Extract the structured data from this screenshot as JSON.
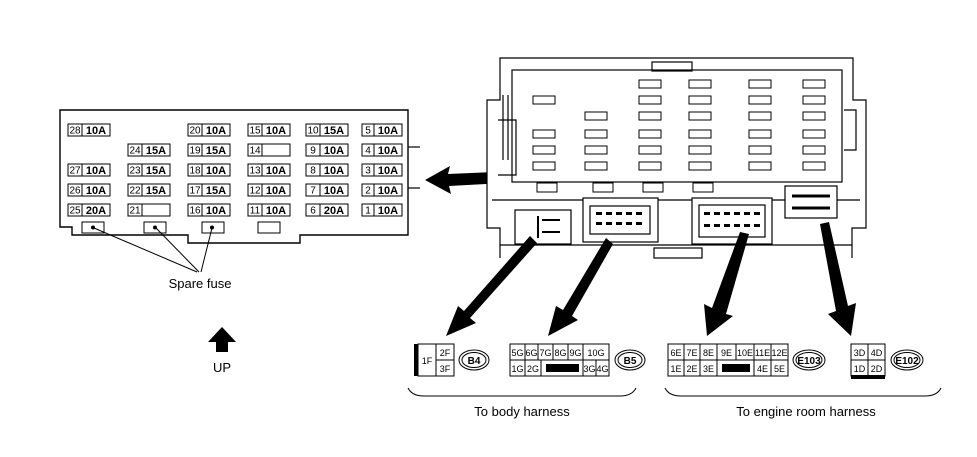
{
  "fuse_block": {
    "fuses": [
      {
        "num": "28",
        "amp": "10A"
      },
      {
        "num": "20",
        "amp": "10A"
      },
      {
        "num": "15",
        "amp": "10A"
      },
      {
        "num": "10",
        "amp": "15A"
      },
      {
        "num": "5",
        "amp": "10A"
      },
      {
        "num": "24",
        "amp": "15A"
      },
      {
        "num": "19",
        "amp": "15A"
      },
      {
        "num": "14",
        "amp": ""
      },
      {
        "num": "9",
        "amp": "10A"
      },
      {
        "num": "4",
        "amp": "10A"
      },
      {
        "num": "27",
        "amp": "10A"
      },
      {
        "num": "23",
        "amp": "15A"
      },
      {
        "num": "18",
        "amp": "10A"
      },
      {
        "num": "13",
        "amp": "10A"
      },
      {
        "num": "8",
        "amp": "10A"
      },
      {
        "num": "3",
        "amp": "10A"
      },
      {
        "num": "26",
        "amp": "10A"
      },
      {
        "num": "22",
        "amp": "15A"
      },
      {
        "num": "17",
        "amp": "15A"
      },
      {
        "num": "12",
        "amp": "10A"
      },
      {
        "num": "7",
        "amp": "10A"
      },
      {
        "num": "2",
        "amp": "10A"
      },
      {
        "num": "25",
        "amp": "20A"
      },
      {
        "num": "21",
        "amp": ""
      },
      {
        "num": "16",
        "amp": "10A"
      },
      {
        "num": "11",
        "amp": "10A"
      },
      {
        "num": "6",
        "amp": "20A"
      },
      {
        "num": "1",
        "amp": "10A"
      }
    ],
    "spare_fuse_label": "Spare fuse",
    "up_label": "UP"
  },
  "connectors": {
    "b4": {
      "id": "B4",
      "pins": [
        "2F",
        "1F",
        "3F"
      ]
    },
    "b5": {
      "id": "B5",
      "pins": [
        "5G",
        "6G",
        "7G",
        "8G",
        "9G",
        "10G",
        "1G",
        "2G",
        "3G",
        "4G"
      ]
    },
    "e103": {
      "id": "E103",
      "pins": [
        "6E",
        "7E",
        "8E",
        "9E",
        "10E",
        "11E",
        "12E",
        "1E",
        "2E",
        "3E",
        "4E",
        "5E"
      ]
    },
    "e102": {
      "id": "E102",
      "pins": [
        "3D",
        "4D",
        "1D",
        "2D"
      ]
    }
  },
  "captions": {
    "body_harness": "To body harness",
    "engine_harness": "To engine room harness"
  }
}
